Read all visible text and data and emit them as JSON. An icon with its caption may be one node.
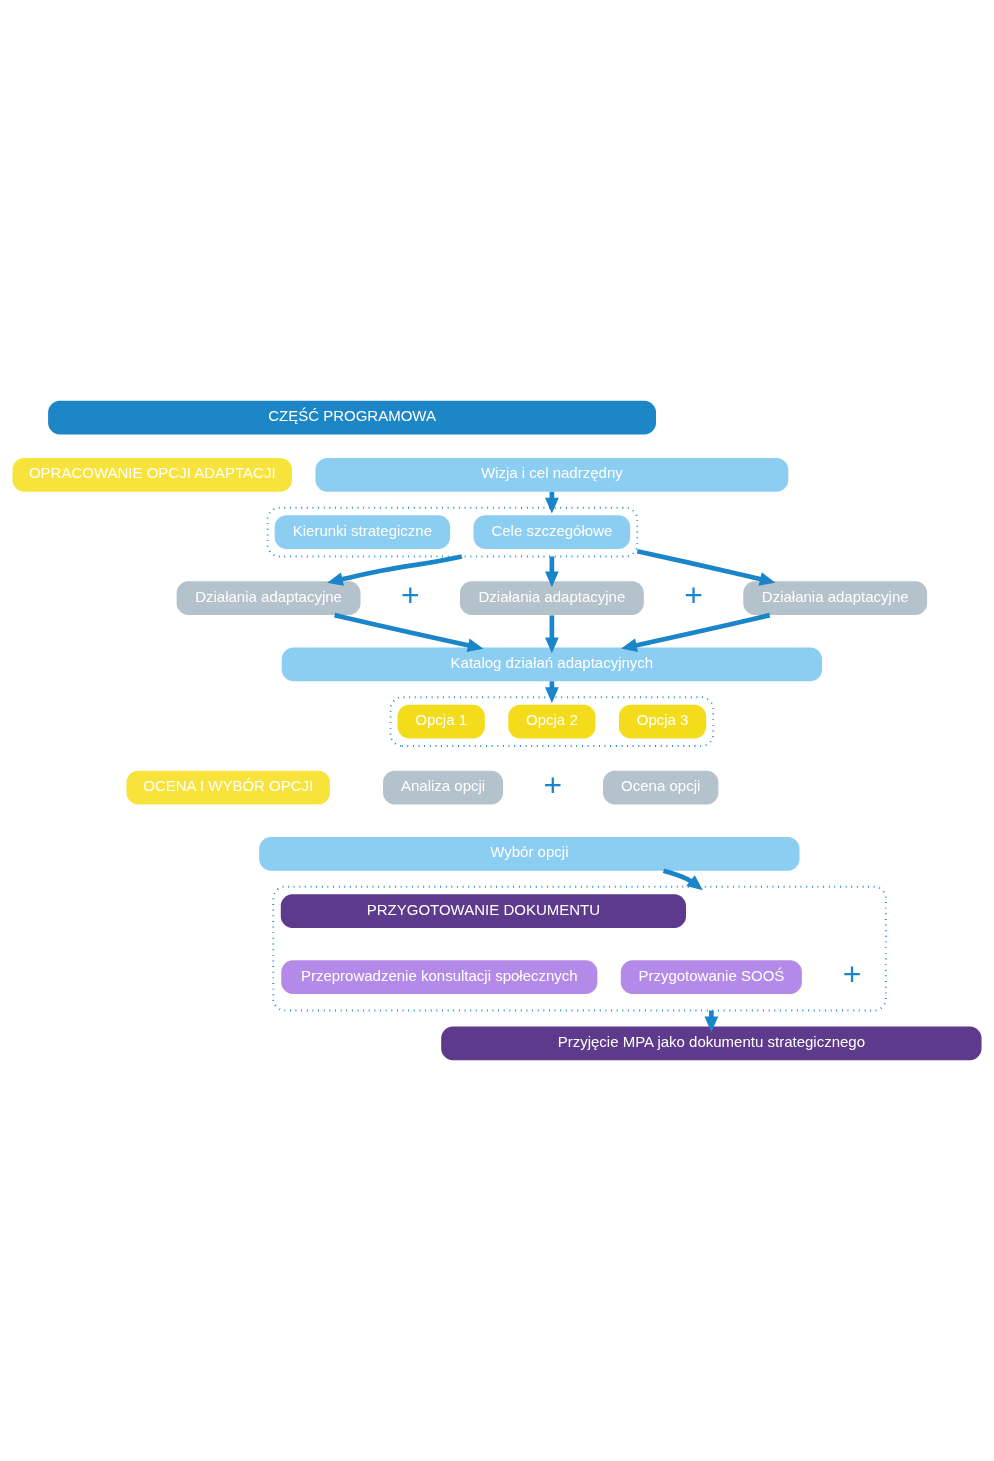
{
  "diagram": {
    "nodes": [
      {
        "text": [
          "CZĘŚĆ PROGRAMOWA"
        ]
      },
      {
        "text": [
          "OPRACOWANIE OPCJI ADAPTACJI"
        ]
      },
      {
        "text": [
          "Wizja i cel nadrzędny"
        ]
      },
      {
        "text": [],
        "shape": "box"
      },
      {
        "text": [
          "Kierunki strategiczne"
        ],
        "in": 3
      },
      {
        "text": [
          "Cele szczegółowe"
        ],
        "in": 3
      },
      {
        "text": [
          "Działania adaptacyjne"
        ]
      },
      {
        "text": [
          "Działania adaptacyjne"
        ]
      },
      {
        "text": [
          "Działania adaptacyjne"
        ]
      },
      {
        "text": [
          "Katalog działań adaptacyjnych"
        ]
      },
      {
        "text": [
          "OCENA I WYBÓR OPCJI"
        ]
      },
      {
        "text": [],
        "shape": "box"
      },
      {
        "text": [
          "Opcja 1"
        ],
        "in": 11
      },
      {
        "text": [
          "Opcja 2"
        ],
        "in": 11
      },
      {
        "text": [
          "Opcja 3"
        ],
        "in": 11
      },
      {
        "text": [
          "Analiza opcji"
        ]
      },
      {
        "text": [
          "Ocena opcji"
        ]
      },
      {
        "text": [
          "Wybór opcji"
        ]
      },
      {
        "text": [],
        "shape": "box"
      },
      {
        "text": [
          "PRZYGOTOWANIE DOKUMENTU"
        ],
        "in": 18
      },
      {
        "text": [
          "Przygotowanie SOOŚ"
        ],
        "in": 18
      },
      {
        "text": [
          "Przeprowadzenie konsultacji społecznych"
        ],
        "in": 18
      },
      {
        "text": [
          "Przyjęcie MPA jako dokumentu strategicznego"
        ]
      }
    ],
    "edges": [
      {
        "from": 2,
        "to": 3,
        "arrow": "to"
      },
      {
        "from": 3,
        "to": 6,
        "arrow": "to"
      },
      {
        "from": 3,
        "to": 7,
        "arrow": "to"
      },
      {
        "from": 3,
        "to": 8,
        "arrow": "to"
      },
      {
        "from": 6,
        "to": 9,
        "arrow": "to"
      },
      {
        "from": 7,
        "to": 9,
        "arrow": "to"
      },
      {
        "from": 8,
        "to": 9,
        "arrow": "to"
      },
      {
        "from": 9,
        "to": 11,
        "arrow": "to"
      },
      {
        "from": 17,
        "to": 18,
        "arrow": "to"
      },
      {
        "from": 18,
        "to": 22,
        "arrow": "to"
      }
    ],
    "labels": [
      "+",
      "+",
      "+",
      "+"
    ]
  }
}
